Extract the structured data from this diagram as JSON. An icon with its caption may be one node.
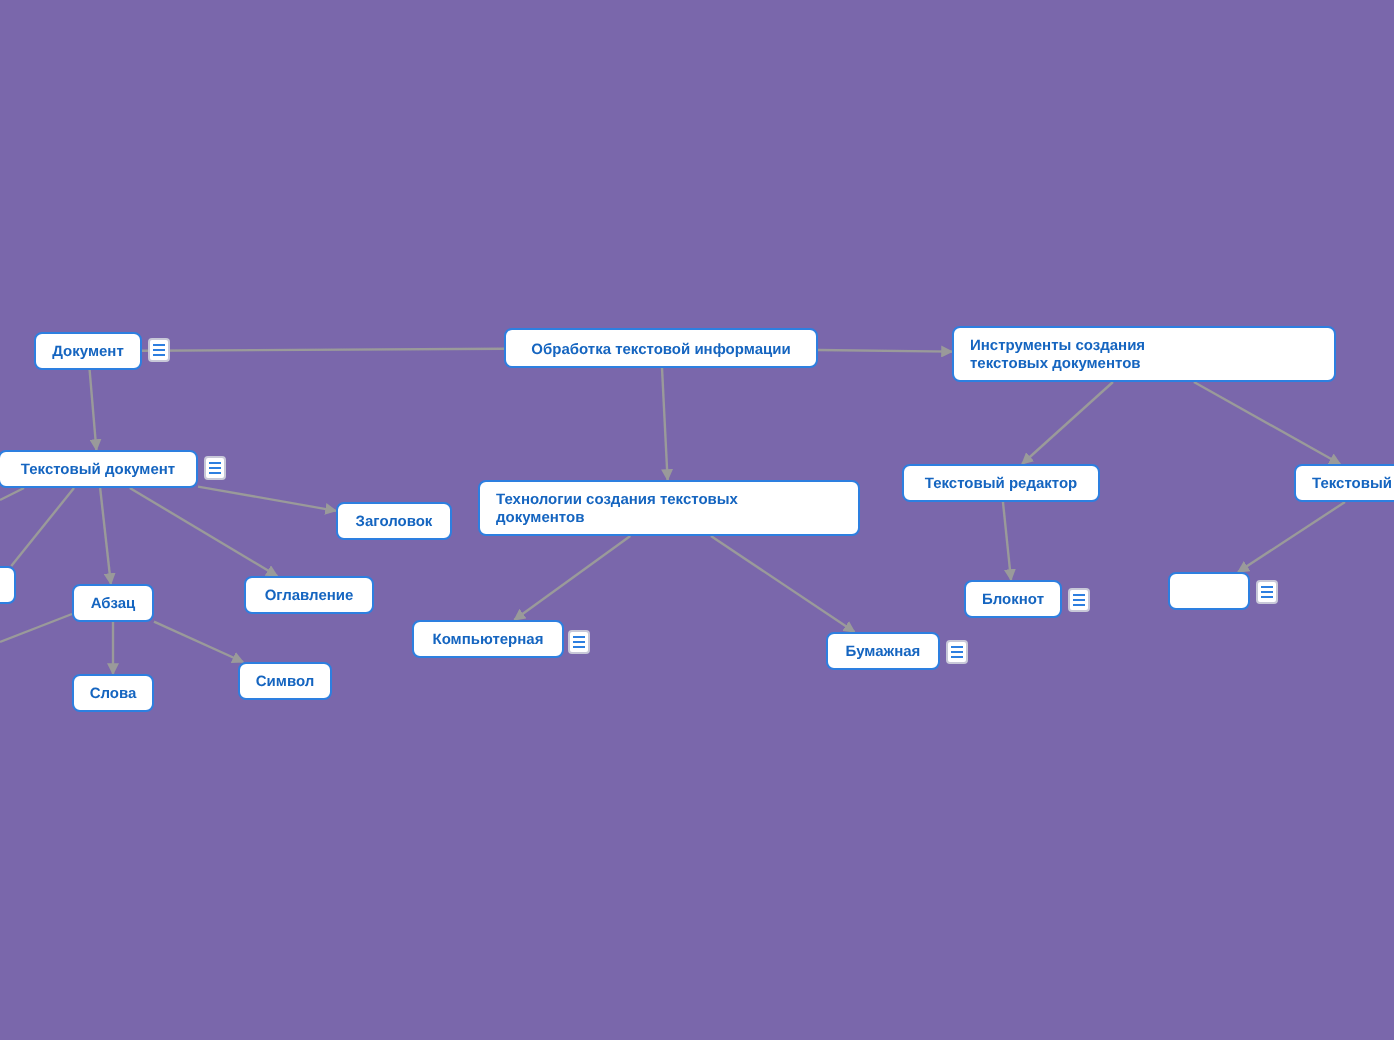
{
  "diagram": {
    "nodes": [
      {
        "text": [
          "Обработка текстовой информации"
        ]
      },
      {
        "text": [
          "Документ"
        ]
      },
      {
        "text": [
          "Текстовый документ"
        ]
      },
      {
        "text": [
          "Заголовок"
        ]
      },
      {
        "text": [],
        "shape": "box"
      },
      {
        "text": [
          "Абзац"
        ]
      },
      {
        "text": [
          "Оглавление"
        ]
      },
      {
        "text": [
          "Слова"
        ]
      },
      {
        "text": [
          "Символ"
        ]
      },
      {
        "text": [
          "Технологии создания текстовых документов"
        ]
      },
      {
        "text": [
          "Компьютерная"
        ]
      },
      {
        "text": [
          "Бумажная"
        ]
      },
      {
        "text": [
          "Инструменты создания текстовых документов"
        ]
      },
      {
        "text": [
          "Текстовый редактор"
        ]
      },
      {
        "text": [
          "Текстовый"
        ]
      },
      {
        "text": [
          "Блокнот"
        ]
      },
      {
        "text": [],
        "shape": "box"
      }
    ],
    "edges": [
      {
        "from": 0,
        "to": 1,
        "arrow": "none"
      },
      {
        "from": 0,
        "to": 12,
        "arrow": "to"
      },
      {
        "from": 0,
        "to": 9,
        "arrow": "to"
      },
      {
        "from": 1,
        "to": 2,
        "arrow": "to"
      },
      {
        "from": 2,
        "to": 3,
        "arrow": "to"
      },
      {
        "from": 2,
        "to": 5,
        "arrow": "to"
      },
      {
        "from": 2,
        "to": 6,
        "arrow": "to"
      },
      {
        "from": 2,
        "to": 4,
        "arrow": "none"
      },
      {
        "from": 2,
        "to": null,
        "arrow": "none"
      },
      {
        "from": 5,
        "to": 7,
        "arrow": "to"
      },
      {
        "from": 5,
        "to": 8,
        "arrow": "to"
      },
      {
        "from": 5,
        "to": null,
        "arrow": "none"
      },
      {
        "from": 9,
        "to": 10,
        "arrow": "to"
      },
      {
        "from": 9,
        "to": 11,
        "arrow": "to"
      },
      {
        "from": 12,
        "to": 13,
        "arrow": "to"
      },
      {
        "from": 12,
        "to": 14,
        "arrow": "to"
      },
      {
        "from": 13,
        "to": 15,
        "arrow": "to"
      },
      {
        "from": 14,
        "to": 16,
        "arrow": "to"
      }
    ]
  }
}
